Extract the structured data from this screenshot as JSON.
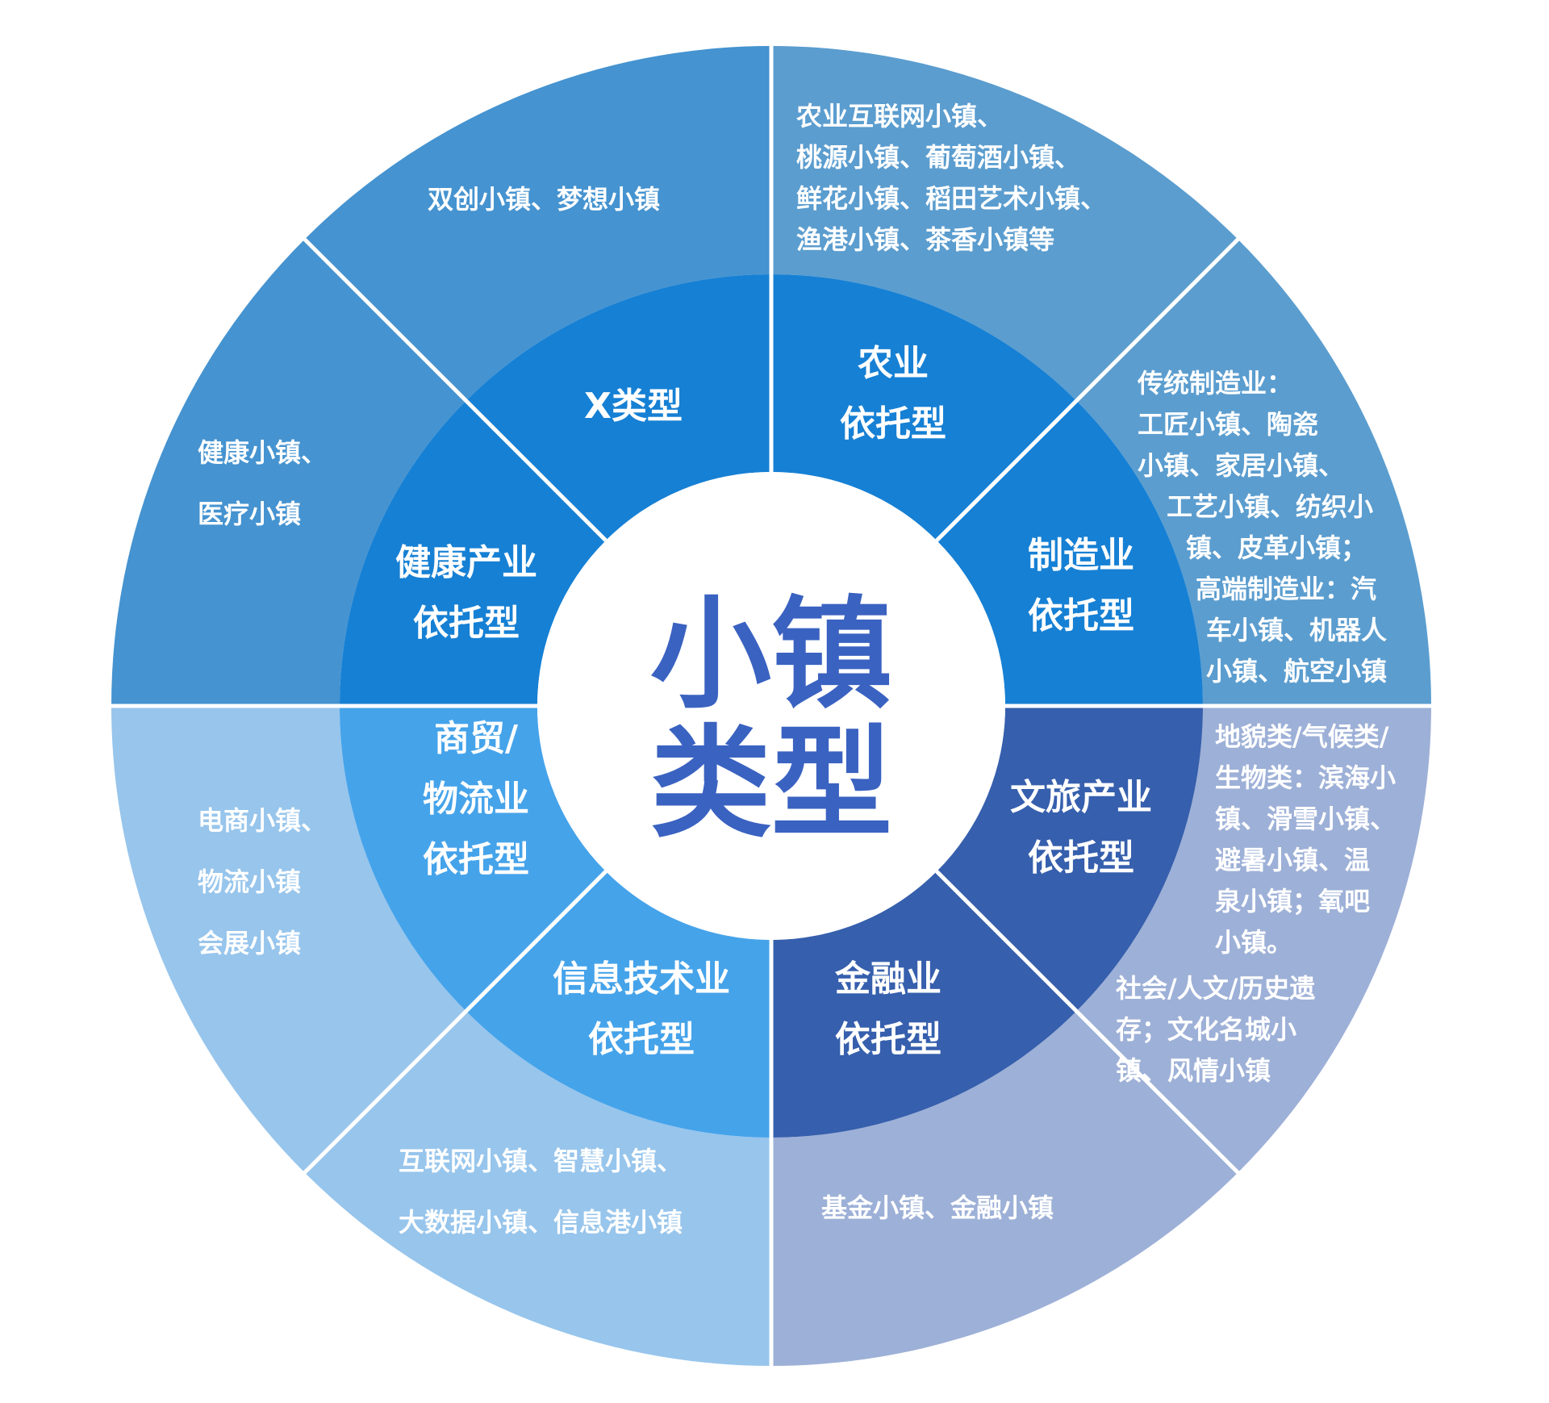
{
  "center": {
    "lines": [
      "小镇",
      "类型"
    ]
  },
  "colors": {
    "center_fill": "#ffffff",
    "center_text": "#3a62c1",
    "separator": "#ffffff"
  },
  "sectors": [
    {
      "id": "x-type",
      "inner_lines": [
        "X类型"
      ],
      "outer_lines": [
        "双创小镇、梦想小镇"
      ],
      "outer_color": "#4593d0",
      "inner_color": "#1680d4"
    },
    {
      "id": "agriculture",
      "inner_lines": [
        "农业",
        "依托型"
      ],
      "outer_lines": [
        "农业互联网小镇、",
        "桃源小镇、葡萄酒小镇、",
        "鲜花小镇、稻田艺术小镇、",
        "渔港小镇、茶香小镇等"
      ],
      "outer_color": "#5b9dcf",
      "inner_color": "#1680d4"
    },
    {
      "id": "manufacturing",
      "inner_lines": [
        "制造业",
        "依托型"
      ],
      "outer_lines": [
        "传统制造业：",
        "工匠小镇、陶瓷",
        "小镇、家居小镇、",
        "工艺小镇、纺织小",
        "镇、皮革小镇；",
        "高端制造业：汽",
        "车小镇、机器人",
        "小镇、航空小镇"
      ],
      "outer_color": "#5b9dcf",
      "inner_color": "#1680d4"
    },
    {
      "id": "culture-tourism",
      "inner_lines": [
        "文旅产业",
        "依托型"
      ],
      "outer_lines": [
        "地貌类/气候类/",
        "生物类：滨海小",
        "镇、滑雪小镇、",
        "避暑小镇、温",
        "泉小镇；氧吧",
        "小镇。",
        "社会/人文/历史遗",
        "存；文化名城小",
        "镇、风情小镇"
      ],
      "outer_color": "#9db0d7",
      "inner_color": "#365fad"
    },
    {
      "id": "finance",
      "inner_lines": [
        "金融业",
        "依托型"
      ],
      "outer_lines": [
        "基金小镇、金融小镇"
      ],
      "outer_color": "#9db0d7",
      "inner_color": "#365fad"
    },
    {
      "id": "it",
      "inner_lines": [
        "信息技术业",
        "依托型"
      ],
      "outer_lines": [
        "互联网小镇、智慧小镇、",
        "大数据小镇、信息港小镇"
      ],
      "outer_color": "#97c5ec",
      "inner_color": "#45a3ea"
    },
    {
      "id": "commerce-logistics",
      "inner_lines": [
        "商贸/",
        "物流业",
        "依托型"
      ],
      "outer_lines": [
        "电商小镇、",
        "物流小镇",
        "会展小镇"
      ],
      "outer_color": "#97c5ec",
      "inner_color": "#45a3ea"
    },
    {
      "id": "health",
      "inner_lines": [
        "健康产业",
        "依托型"
      ],
      "outer_lines": [
        "健康小镇、",
        "医疗小镇"
      ],
      "outer_color": "#4593d0",
      "inner_color": "#1680d4"
    }
  ]
}
